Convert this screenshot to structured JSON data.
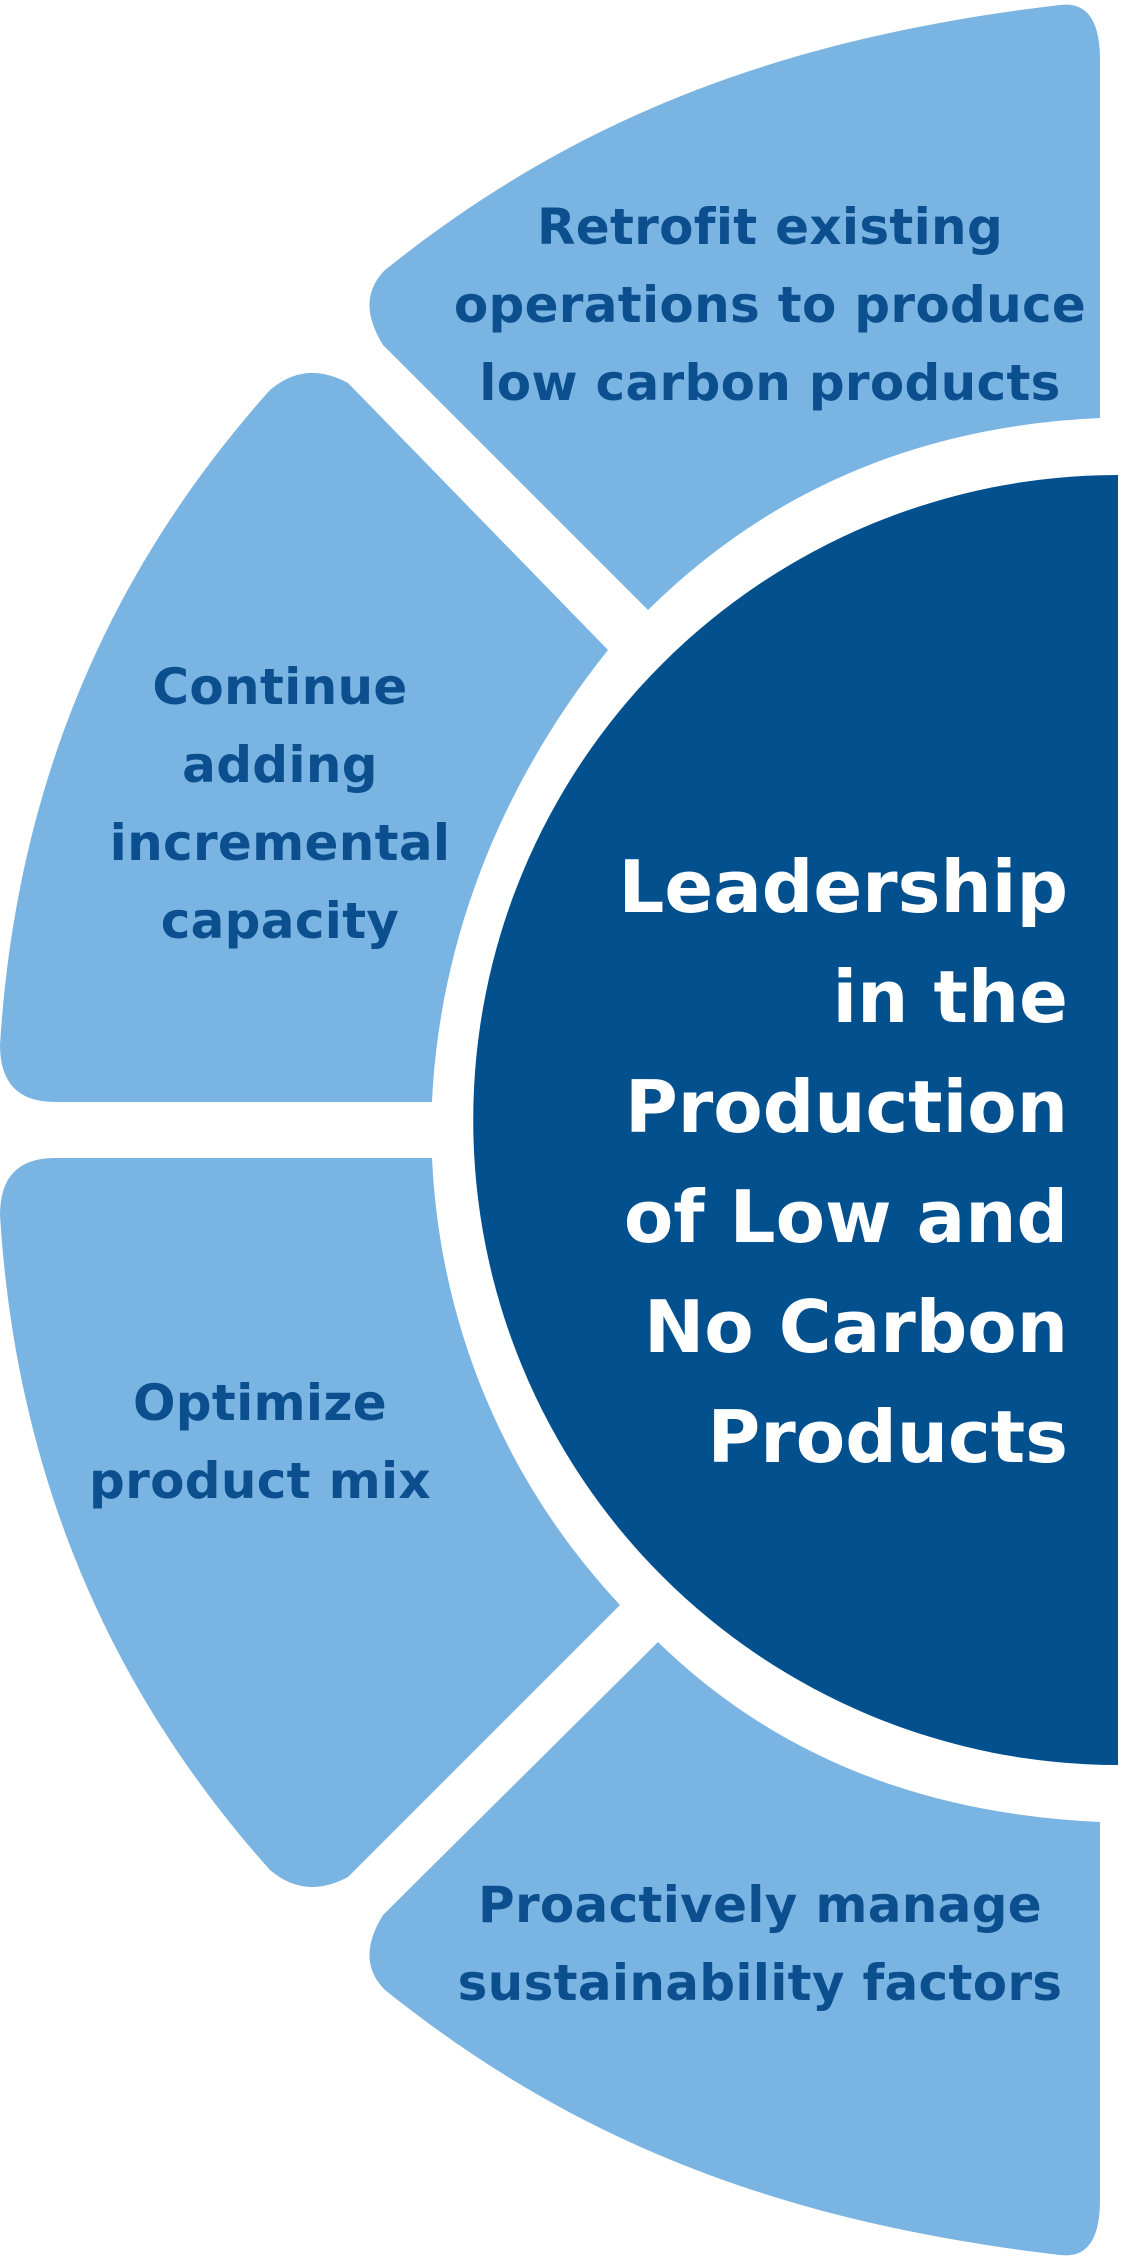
{
  "diagram": {
    "center": {
      "label": "Leadership\nin the\nProduction\nof Low and\nNo Carbon\nProducts"
    },
    "segments": [
      {
        "label": "Retrofit existing\noperations to produce\nlow carbon products"
      },
      {
        "label": "Continue\nadding\nincremental\ncapacity"
      },
      {
        "label": "Optimize\nproduct mix"
      },
      {
        "label": "Proactively manage\nsustainability factors"
      }
    ],
    "colors": {
      "segment_fill": "#7ab4e2",
      "center_fill": "#03508f",
      "segment_text": "#0b4f8e",
      "center_text": "#ffffff"
    }
  }
}
